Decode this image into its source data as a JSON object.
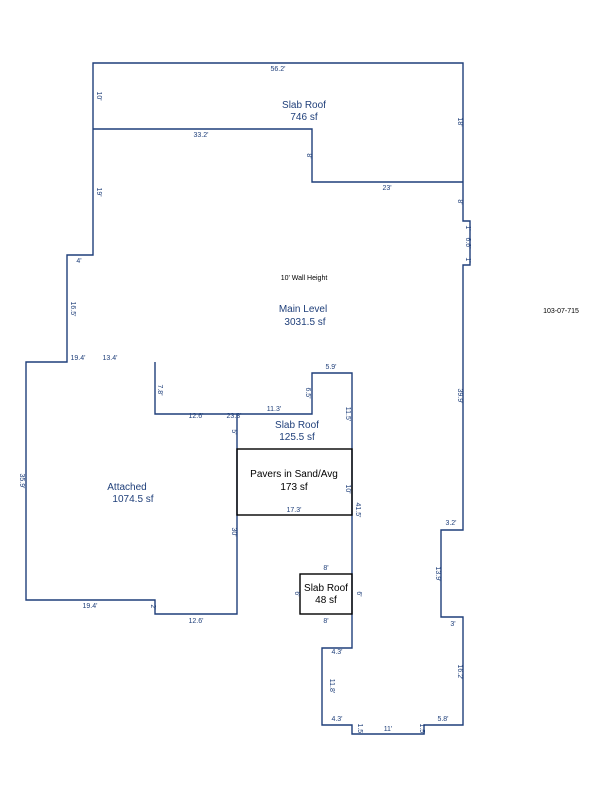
{
  "parcel_id": "103-07-715",
  "wall_note": "10' Wall Height",
  "areas": [
    {
      "id": "slab-roof-top",
      "name": "Slab Roof",
      "size": "746 sf",
      "dark": false
    },
    {
      "id": "main-level",
      "name": "Main Level",
      "size": "3031.5 sf",
      "dark": false
    },
    {
      "id": "attached",
      "name": "Attached",
      "size": "1074.5 sf",
      "dark": false
    },
    {
      "id": "slab-roof-mid",
      "name": "Slab Roof",
      "size": "125.5 sf",
      "dark": false
    },
    {
      "id": "pavers",
      "name": "Pavers in Sand/Avg",
      "size": "173 sf",
      "dark": true
    },
    {
      "id": "slab-roof-small",
      "name": "Slab Roof",
      "size": "48 sf",
      "dark": true
    }
  ],
  "dimensions": [
    "56.2'",
    "10'",
    "18'",
    "33.2'",
    "8'",
    "23'",
    "8'",
    "1'",
    "6.6'",
    "1'",
    "19'",
    "4'",
    "16.5'",
    "19.4'",
    "13.4'",
    "7.8'",
    "12.6'",
    "23.3'",
    "11.3'",
    "6.5'",
    "5.9'",
    "11.5'",
    "5'",
    "39.9'",
    "35.9'",
    "10'",
    "17.3'",
    "41.5'",
    "3.2'",
    "30'",
    "8'",
    "6'",
    "6'",
    "8'",
    "13.9'",
    "3'",
    "19.4'",
    "2'",
    "12.6'",
    "4.3'",
    "11.8'",
    "16.2'",
    "4.3'",
    "1.5'",
    "11'",
    "1.5'",
    "5.8'"
  ]
}
